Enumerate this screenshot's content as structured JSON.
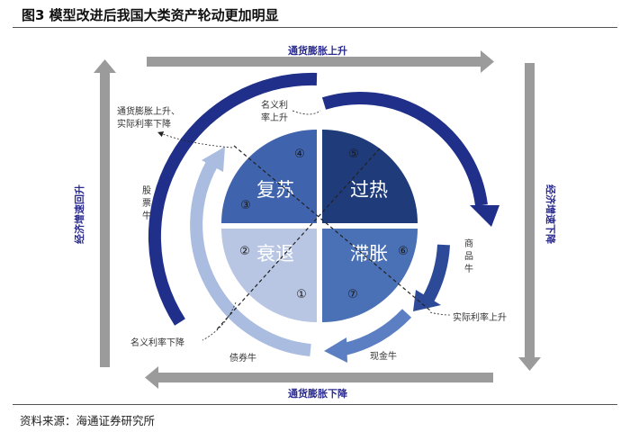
{
  "figure": {
    "title": "图3  模型改进后我国大类资产轮动更加明显",
    "source": "资料来源：海通证券研究所"
  },
  "axes": {
    "top": "通货膨胀上升",
    "bottom": "通货膨胀下降",
    "left": "经济增速回升",
    "right": "经济增速下降"
  },
  "quadrants": {
    "recovery": "复苏",
    "overheat": "过热",
    "recession": "衰退",
    "stagflation": "滞胀"
  },
  "stages": [
    "①",
    "②",
    "③",
    "④",
    "⑤",
    "⑥",
    "⑦"
  ],
  "annotations": {
    "inflation_up_real_rate_down_1": "通货膨胀上升、",
    "inflation_up_real_rate_down_2": "实际利率下降",
    "nominal_rate_up_1": "名义利",
    "nominal_rate_up_2": "率上升",
    "stock_bull_1": "股",
    "stock_bull_2": "票",
    "stock_bull_3": "牛",
    "commodity_bull_1": "商",
    "commodity_bull_2": "品",
    "commodity_bull_3": "牛",
    "real_rate_up": "实际利率上升",
    "nominal_rate_down": "名义利率下降",
    "bond_bull": "债券牛",
    "cash_bull": "现金牛"
  },
  "colors": {
    "overheat": "#1f3b7a",
    "recovery": "#3f64ad",
    "stagflation": "#4a70b5",
    "recession": "#b8c6e3",
    "big_arc": "#1f2f8a",
    "right_arc": "#2d4a98",
    "bottom_arc": "#5c7fc4",
    "left_arc": "#aabde0",
    "frame_arrow": "#9b9b9b"
  }
}
